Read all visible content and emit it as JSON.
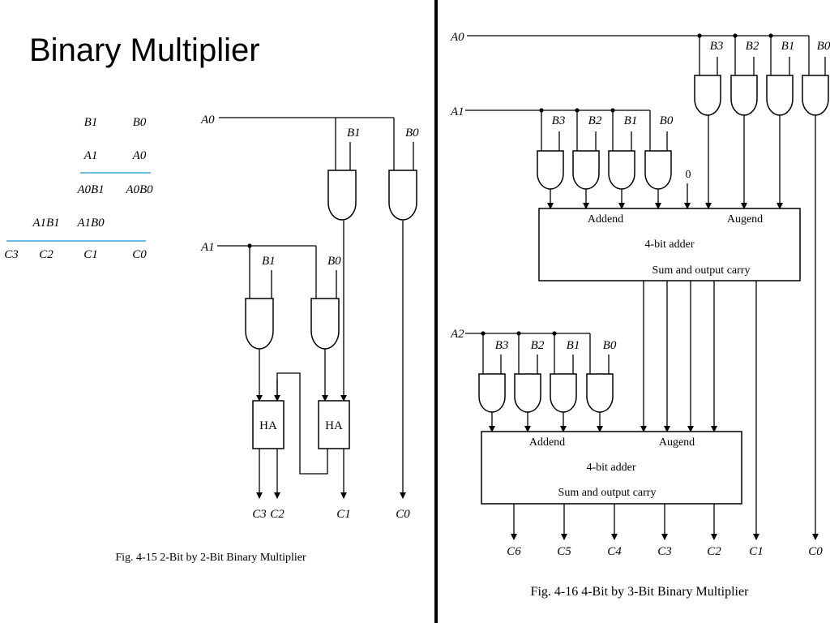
{
  "slide": {
    "title": "Binary Multiplier"
  },
  "partial_products": {
    "rows": [
      [
        "",
        "",
        "B1",
        "B0"
      ],
      [
        "",
        "",
        "A1",
        "A0"
      ],
      [
        "",
        "",
        "A0B1",
        "A0B0"
      ],
      [
        "",
        "A1B1",
        "A1B0",
        ""
      ],
      [
        "C3",
        "C2",
        "C1",
        "C0"
      ]
    ]
  },
  "fig15": {
    "caption": "Fig. 4-15  2-Bit by 2-Bit Binary Multiplier",
    "inputs": [
      "A0",
      "A1"
    ],
    "b_labels": [
      "B1",
      "B0",
      "B1",
      "B0"
    ],
    "half_adders": [
      "HA",
      "HA"
    ],
    "outputs": [
      "C3",
      "C2",
      "C1",
      "C0"
    ]
  },
  "fig16": {
    "caption": "Fig. 4-16  4-Bit by 3-Bit Binary Multiplier",
    "inputs": [
      "A0",
      "A1",
      "A2"
    ],
    "b_labels": [
      "B3",
      "B2",
      "B1",
      "B0"
    ],
    "zero_input": "0",
    "adder": {
      "addend": "Addend",
      "augend": "Augend",
      "title": "4-bit adder",
      "output": "Sum and output carry"
    },
    "outputs": [
      "C6",
      "C5",
      "C4",
      "C3",
      "C2",
      "C1",
      "C0"
    ]
  }
}
